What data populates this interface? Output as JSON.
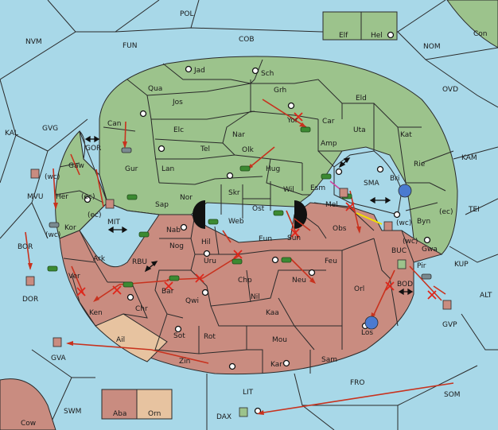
{
  "colors": {
    "sea": "#a8d8e8",
    "friendly": "#9cc38c",
    "enemy": "#c98c80",
    "neutral": "#e7c3a0",
    "order": "#c8321e",
    "support": "#f2e000",
    "convoy": "#d040a0"
  },
  "provinces": {
    "POL": "POL",
    "NVM": "NVM",
    "FUN": "FUN",
    "COB": "COB",
    "Elf": "Elf",
    "Hel": "Hel",
    "Con": "Con",
    "NOM": "NOM",
    "OVD": "OVD",
    "KAL": "KAL",
    "GVG": "GVG",
    "KAM": "KAM",
    "TEI": "TEI",
    "KUP": "KUP",
    "ALT": "ALT",
    "BOR": "BOR",
    "DOR": "DOR",
    "GVA": "GVA",
    "SWM": "SWM",
    "LIT": "LIT",
    "FRO": "FRO",
    "SOM": "SOM",
    "DAX": "DAX",
    "Cow": "Cow",
    "Aba": "Aba",
    "Orn": "Orn",
    "Jad": "Jad",
    "Sch": "Sch",
    "Qua": "Qua",
    "Jos": "Jos",
    "Grh": "Grh",
    "Can": "Can",
    "Elc": "Elc",
    "Nar": "Nar",
    "Yor": "Yor",
    "Car": "Car",
    "Eld": "Eld",
    "Uta": "Uta",
    "Kat": "Kat",
    "Amp": "Amp",
    "Tel": "Tel",
    "Olk": "Olk",
    "Gur": "Gur",
    "Lan": "Lan",
    "Hug": "Hug",
    "Rie": "Rie",
    "Bri": "Bri",
    "SMA": "SMA",
    "Esm": "Esm",
    "Wil": "Wil",
    "Nor": "Nor",
    "Skr": "Skr",
    "Ost": "Ost",
    "Web": "Web",
    "Sap": "Sap",
    "Mel": "Mel",
    "Byn": "Byn",
    "Gaw": "Gaw",
    "GOR": "GOR",
    "Her": "Her",
    "MVU": "MVU",
    "Kor": "Kor",
    "MIT": "MIT",
    "Nab": "Nab",
    "Eun": "Eun",
    "Sun": "Sun",
    "Obs": "Obs",
    "Gwa": "Gwa",
    "Hil": "Hil",
    "Nog": "Nog",
    "Ark": "Ark",
    "RBU": "RBU",
    "Uru": "Uru",
    "Feu": "Feu",
    "BUC": "BUC",
    "Pir": "Pir",
    "Ver": "Ver",
    "Chp": "Chp",
    "Neu": "Neu",
    "Orl": "Orl",
    "BOD": "BOD",
    "Bar": "Bar",
    "Qwi": "Qwi",
    "Nil": "Nil",
    "Ken": "Ken",
    "Chr": "Chr",
    "Kaa": "Kaa",
    "GVP": "GVP",
    "Los": "Los",
    "Ail": "Ail",
    "Sot": "Sot",
    "Rot": "Rot",
    "Mou": "Mou",
    "Zin": "Zin",
    "Kar": "Kar",
    "Sam": "Sam"
  },
  "coast_tags": {
    "wc1": "(wc)",
    "ec1": "(ec)",
    "ec2": "(ec)",
    "wc2": "(wc)",
    "wc3": "(wc)",
    "ec3": "(ec)",
    "wc4": "(wc)"
  }
}
